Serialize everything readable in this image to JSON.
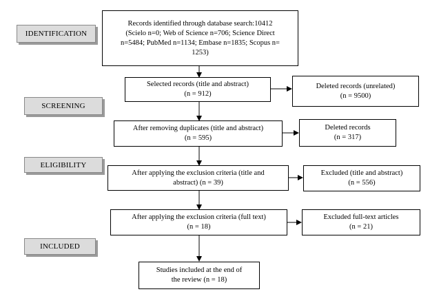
{
  "stages": {
    "identification": "IDENTIFICATION",
    "screening": "SCREENING",
    "eligibility": "ELIGIBILITY",
    "included": "INCLUDED"
  },
  "boxes": {
    "identified": {
      "lines": [
        "Records identified through database search:10412",
        "(Scielo n=0; Web of Science n=706; Science Direct",
        "n=5484; PubMed n=1134; Embase n=1835; Scopus n=",
        "1253)"
      ]
    },
    "selected": {
      "lines": [
        "Selected records (title and abstract)",
        "(n = 912)"
      ]
    },
    "deleted_unrelated": {
      "lines": [
        "Deleted records (unrelated)",
        "(n = 9500)"
      ]
    },
    "after_duplicates": {
      "lines": [
        "After removing duplicates (title and abstract)",
        "(n = 595)"
      ]
    },
    "deleted_records": {
      "lines": [
        "Deleted records",
        "(n = 317)"
      ]
    },
    "after_exclusion_ta": {
      "lines": [
        "After applying the exclusion criteria (title and",
        "abstract) (n = 39)"
      ]
    },
    "excluded_ta": {
      "lines": [
        "Excluded (title and abstract)",
        "(n = 556)"
      ]
    },
    "after_exclusion_ft": {
      "lines": [
        "After applying the exclusion criteria (full text)",
        "(n = 18)"
      ]
    },
    "excluded_ft": {
      "lines": [
        "Excluded full-text articles",
        "(n = 21)"
      ]
    },
    "included": {
      "lines": [
        "Studies included at the end of",
        "the review (n = 18)"
      ]
    }
  }
}
